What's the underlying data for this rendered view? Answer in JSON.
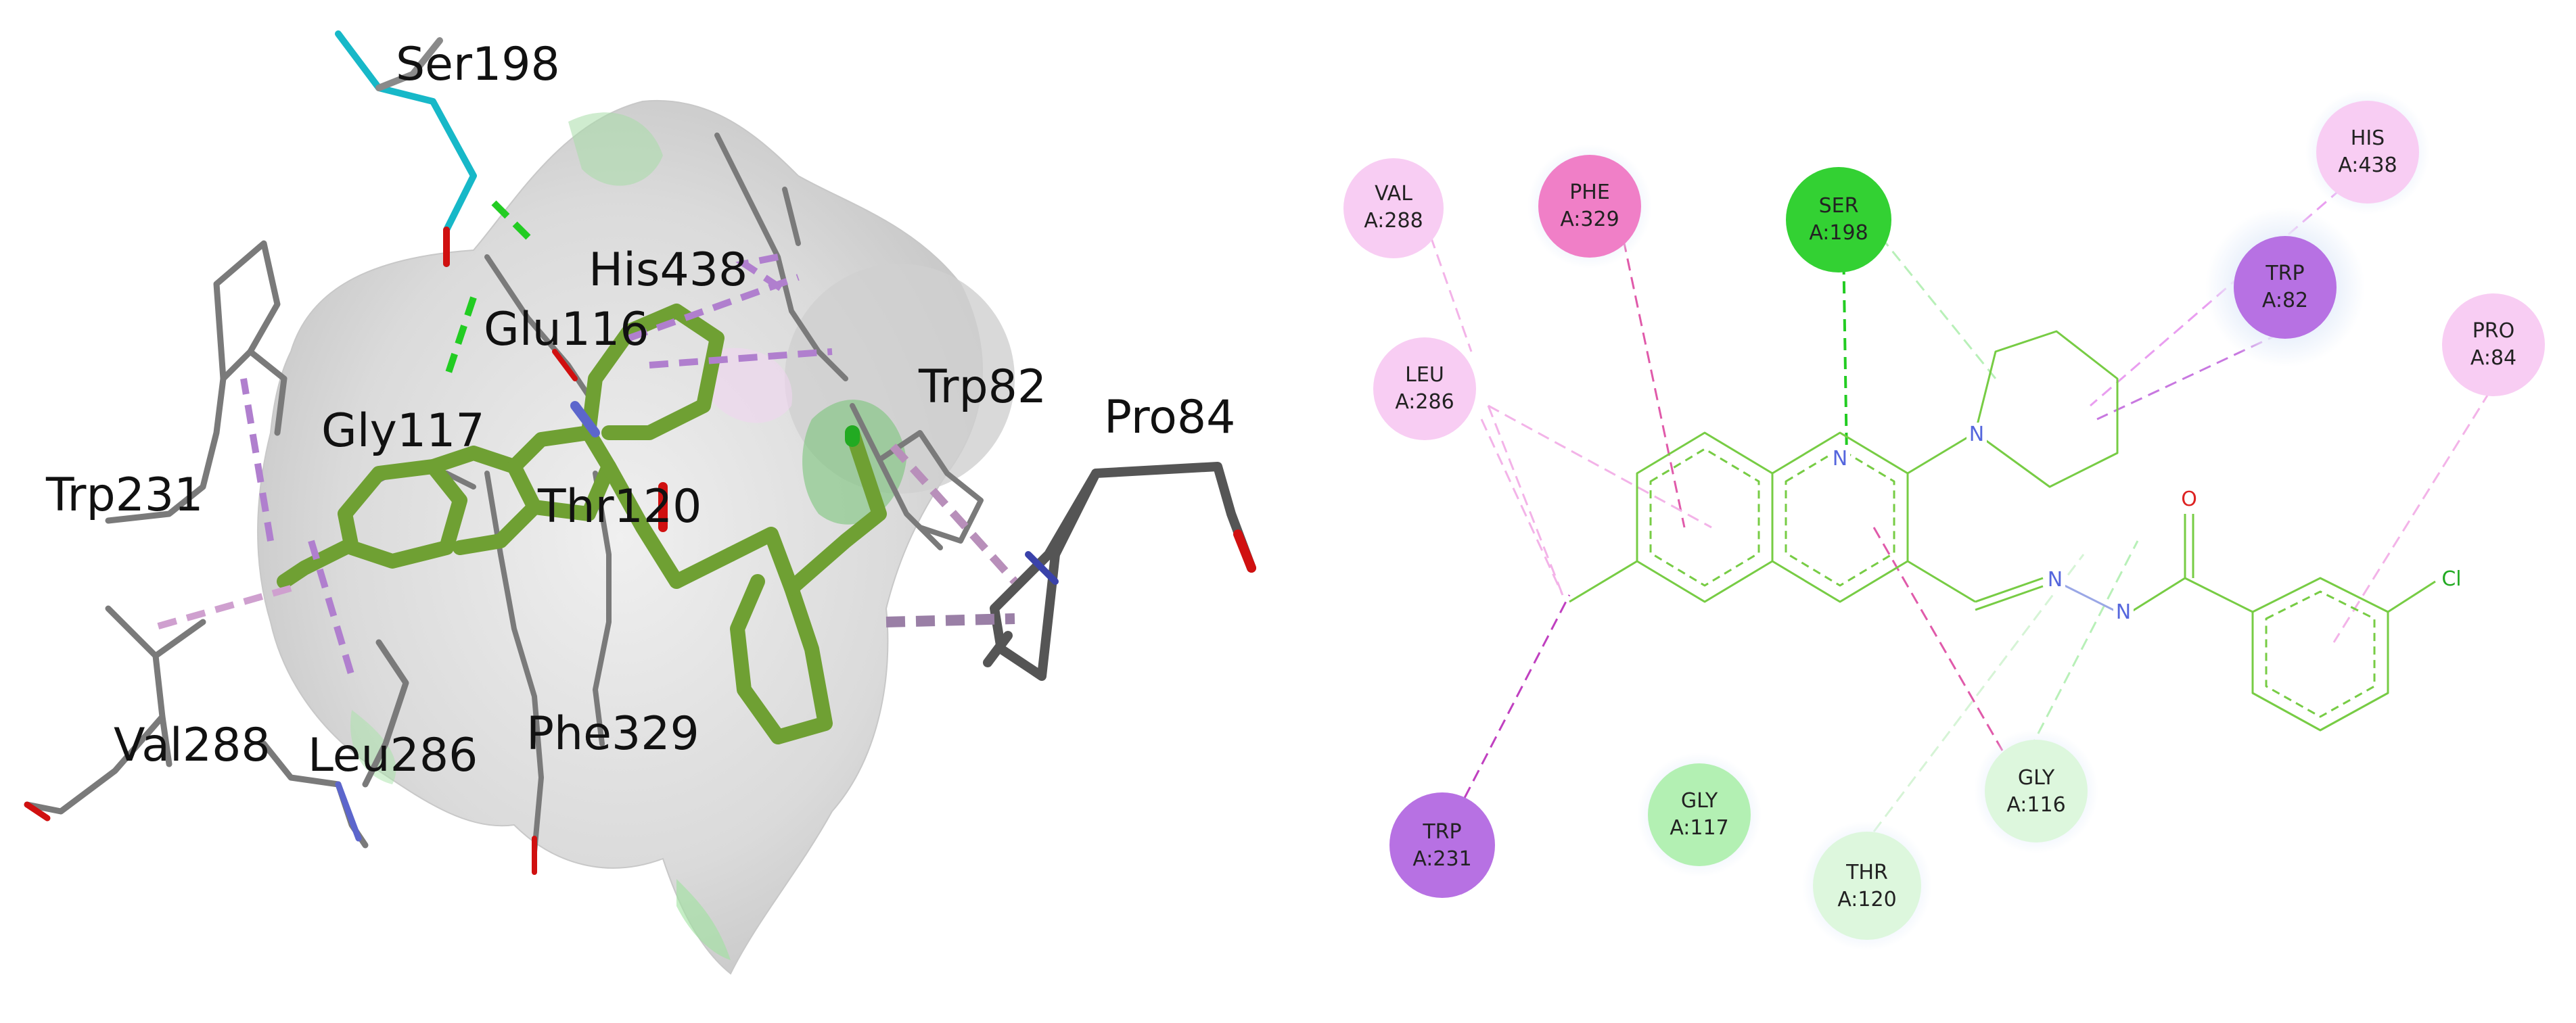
{
  "left_panel": {
    "labels": {
      "ser198": "Ser198",
      "his438": "His438",
      "glu116": "Glu116",
      "gly117": "Gly117",
      "trp82": "Trp82",
      "pro84": "Pro84",
      "trp231": "Trp231",
      "thr120": "Thr120",
      "val288": "Val288",
      "leu286": "Leu286",
      "phe329": "Phe329"
    }
  },
  "right_panel": {
    "atoms": {
      "n1": "N",
      "n2": "N",
      "n3": "N",
      "n4": "N",
      "o": "O",
      "cl": "Cl"
    },
    "residues": {
      "val288": {
        "name": "VAL",
        "id": "A:288",
        "color": "#f8cdf3"
      },
      "phe329": {
        "name": "PHE",
        "id": "A:329",
        "color": "#f07fc7"
      },
      "ser198": {
        "name": "SER",
        "id": "A:198",
        "color": "#33d133"
      },
      "his438": {
        "name": "HIS",
        "id": "A:438",
        "color": "#f8cdf3"
      },
      "trp82": {
        "name": "TRP",
        "id": "A:82",
        "color": "#b771e3"
      },
      "pro84": {
        "name": "PRO",
        "id": "A:84",
        "color": "#f8cdf3"
      },
      "leu286": {
        "name": "LEU",
        "id": "A:286",
        "color": "#f8cdf3"
      },
      "trp231": {
        "name": "TRP",
        "id": "A:231",
        "color": "#b771e3"
      },
      "gly117": {
        "name": "GLY",
        "id": "A:117",
        "color": "#b3f0b3"
      },
      "thr120": {
        "name": "THR",
        "id": "A:120",
        "color": "#ddf7dd"
      },
      "gly116": {
        "name": "GLY",
        "id": "A:116",
        "color": "#ddf7dd"
      }
    }
  }
}
